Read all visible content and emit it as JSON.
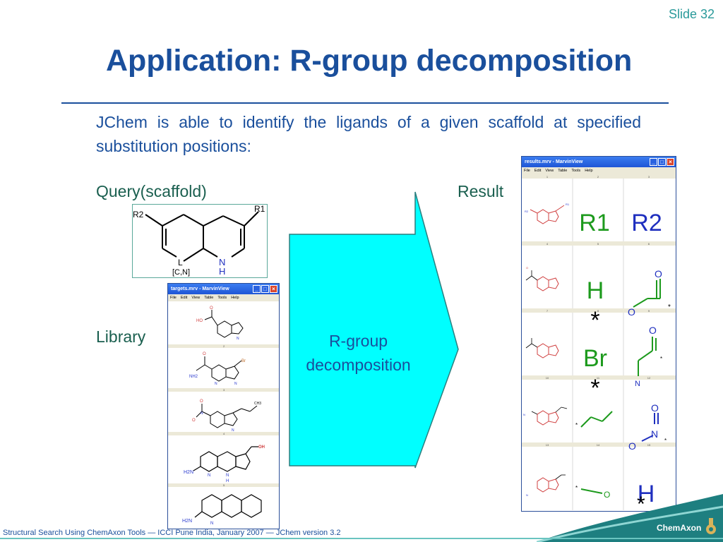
{
  "slide": {
    "number": "Slide 32",
    "title": "Application: R-group decomposition",
    "intro": "JChem is able to identify the ligands of a given scaffold at specified substitution positions:",
    "query_label": "Query(scaffold)",
    "result_label": "Result",
    "library_label": "Library",
    "process_label": "R-group decomposition"
  },
  "query": {
    "r1": "R1",
    "r2": "R2",
    "l": "L",
    "cn": "[C,N]",
    "n": "N",
    "h": "H"
  },
  "library_window": {
    "title": "targets.mrv - MarvinView",
    "menu": [
      "File",
      "Edit",
      "View",
      "Table",
      "Tools",
      "Help"
    ],
    "row_numbers": [
      "1",
      "2",
      "3",
      "4",
      "5"
    ],
    "atoms": {
      "o": "O",
      "ho": "HO",
      "n": "N",
      "h": "H",
      "br": "Br",
      "nh2": "NH2",
      "ch3": "CH3",
      "oh": "OH",
      "h2n": "H2N"
    }
  },
  "result_window": {
    "title": "results.mrv - MarvinView",
    "menu": [
      "File",
      "Edit",
      "View",
      "Table",
      "Tools",
      "Help"
    ],
    "col_numbers": [
      [
        "1",
        "2",
        "3"
      ],
      [
        "4",
        "5",
        "6"
      ],
      [
        "7",
        "8",
        "9"
      ],
      [
        "10",
        "11",
        "12"
      ],
      [
        "13",
        "14",
        "15"
      ]
    ],
    "header_r1": "R1",
    "header_r2": "R2",
    "cells": {
      "h": "H",
      "br": "Br",
      "star": "*",
      "o": "O",
      "n": "N"
    }
  },
  "footer": {
    "text": "Structural Search Using ChemAxon Tools  — ICCI Pune India, January 2007 — JChem version 3.2",
    "brand": "ChemAxon"
  },
  "colors": {
    "title": "#1a4f9c",
    "label_green": "#1a5f4f",
    "arrow_fill": "#00ffff",
    "r_green": "#1d9a1d",
    "r_blue": "#1f2fbf",
    "footer_teal": "#1e7f80"
  }
}
